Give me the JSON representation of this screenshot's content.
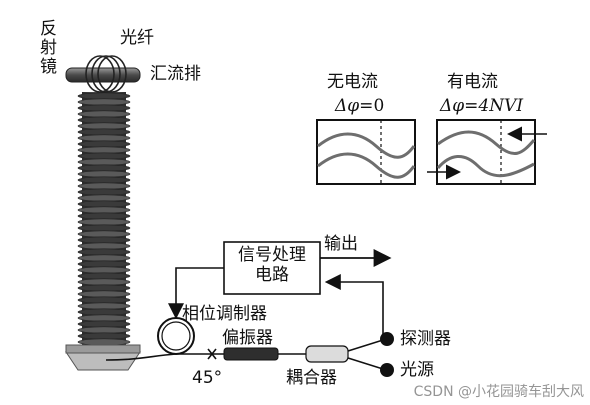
{
  "labels": {
    "mirror_lines": [
      "反",
      "射",
      "镜"
    ],
    "fiber": "光纤",
    "busbar": "汇流排",
    "no_current": "无电流",
    "no_current_eq_prefix": "Δφ=",
    "no_current_eq_value": "0",
    "with_current": "有电流",
    "with_current_eq_prefix": "Δφ=4",
    "with_current_eq_nvi": "NVI",
    "signal_processing_line1": "信号处理",
    "signal_processing_line2": "电路",
    "output": "输出",
    "phase_modulator": "相位调制器",
    "polarizer": "偏振器",
    "angle": "45°",
    "detector": "探测器",
    "coupler": "耦合器",
    "light_source": "光源"
  },
  "watermark": "CSDN @小花园骑车刮大风",
  "colors": {
    "insulator_dark": "#3a3a3a",
    "insulator_mid": "#6f6f6f",
    "line": "#1a1a1a",
    "wave": "#6e6e6e"
  }
}
